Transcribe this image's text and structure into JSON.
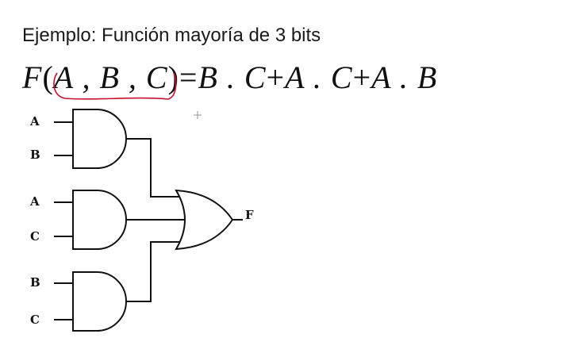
{
  "title": "Ejemplo: Función mayoría de 3 bits",
  "formula": {
    "lhs_name": "F",
    "lhs_open": "(",
    "lhs_args": "A , B , C",
    "lhs_close": ")",
    "equals": "=",
    "term1": "B . C",
    "plus1": "+",
    "term2": "A . C",
    "plus2": "+",
    "term3": "A . B"
  },
  "circuit": {
    "and1_inputs": [
      "A",
      "B"
    ],
    "and2_inputs": [
      "A",
      "C"
    ],
    "and3_inputs": [
      "B",
      "C"
    ],
    "output_label": "F"
  },
  "colors": {
    "ink": "#111111",
    "annotation_red": "#c8102e"
  }
}
